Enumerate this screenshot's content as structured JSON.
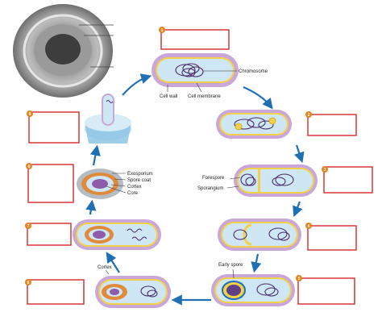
{
  "stage_numbers": [
    "1",
    "2",
    "3",
    "4",
    "5",
    "6",
    "7",
    "8",
    "9"
  ],
  "labels": {
    "chromosome": "Chromosome",
    "cell_wall": "Cell wall",
    "cell_membrane": "Cell membrane",
    "forespore": "Forespore",
    "sporangium": "Sporangium",
    "exosporium": "Exosporium",
    "spore_coat": "Spore coat",
    "cortex_spore": "Cortex",
    "core": "Core",
    "cortex": "Cortex",
    "early_spore": "Early spore"
  },
  "colors": {
    "answer_box_border": "#d22b2b",
    "number_badge": "#e8821e",
    "cell_wall": "#c9a7d8",
    "membrane": "#f3d04a",
    "cytoplasm": "#cfe6f4",
    "flow_arrow": "#1f6fb5"
  }
}
